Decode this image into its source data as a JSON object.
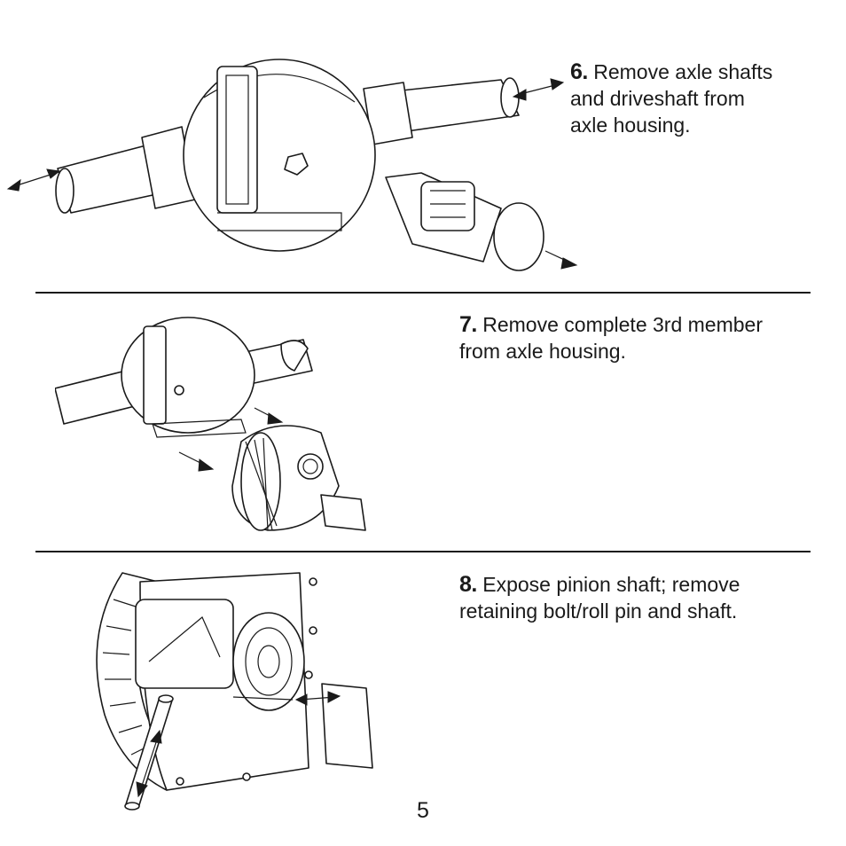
{
  "steps": [
    {
      "number": "6.",
      "text_lines": [
        "Remove axle shafts",
        "and driveshaft from",
        "axle housing."
      ]
    },
    {
      "number": "7.",
      "text_lines": [
        "Remove complete 3rd member",
        "from axle housing."
      ]
    },
    {
      "number": "8.",
      "text_lines": [
        "Expose pinion shaft; remove",
        "retaining bolt/roll pin and shaft."
      ]
    }
  ],
  "page_number": "5"
}
